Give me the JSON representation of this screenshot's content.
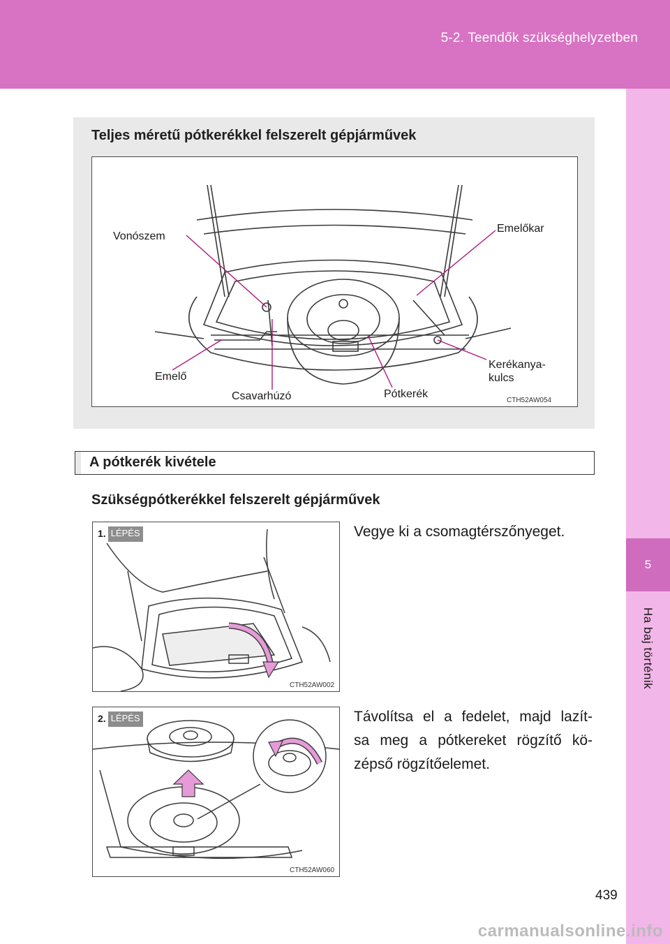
{
  "header": {
    "section_title": "5-2. Teendők szükséghelyzetben"
  },
  "side_tab": {
    "chapter_number": "5",
    "chapter_label": "Ha baj történik"
  },
  "figure_box": {
    "title": "Teljes méretű pótkerékkel felszerelt gépjárművek",
    "code": "CTH52AW054",
    "callouts": {
      "vonoszem": "Vonószem",
      "emelokar": "Emelőkar",
      "emelo": "Emelő",
      "kerekanya_line1": "Kerékanya-",
      "kerekanya_line2": "kulcs",
      "csavarhuzo": "Csavarhúzó",
      "potkerek": "Pótkerék"
    }
  },
  "section": {
    "title": "A pótkerék kivétele",
    "subtitle": "Szükségpótkerékkel felszerelt gépjárművek"
  },
  "steps": [
    {
      "number": "1.",
      "word": "LÉPÉS",
      "code": "CTH52AW002",
      "text": "Vegye ki a csomagtérszőnyeget."
    },
    {
      "number": "2.",
      "word": "LÉPÉS",
      "code": "CTH52AW060",
      "text_line1": "Távolítsa el a fedelet, majd lazít-",
      "text_line2": "sa meg a pótkereket rögzítő kö-",
      "text_line3": "zépső rögzítőelemet."
    }
  ],
  "page_number": "439",
  "watermark": "carmanualsonline.info",
  "colors": {
    "header": "#d872c2",
    "side_tab": "#f3b6e8",
    "side_tab_number": "#cf6cbd",
    "callout_lines": "#b0187e",
    "arrow_fill": "#e69ad8"
  }
}
